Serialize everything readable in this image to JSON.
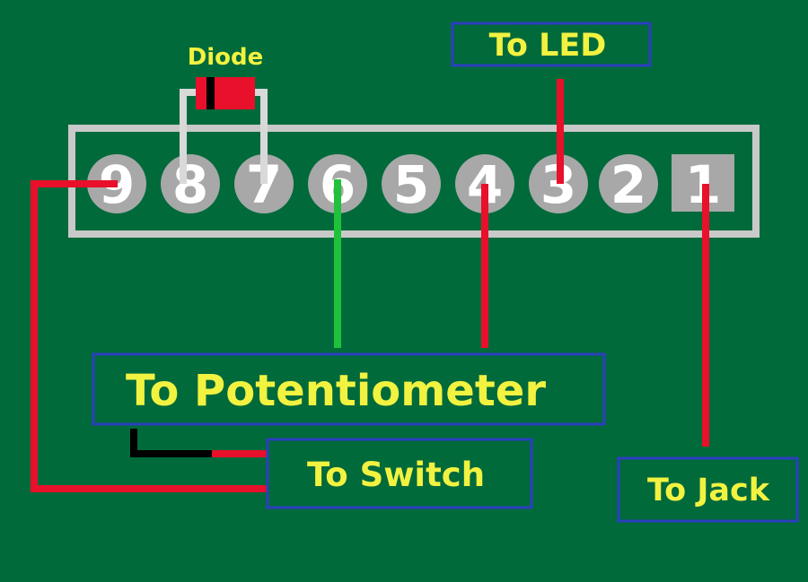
{
  "diagram": {
    "diode_label": "Diode",
    "labels": {
      "led": "To LED",
      "potentiometer": "To Potentiometer",
      "switch": "To Switch",
      "jack": "To Jack"
    },
    "pins": [
      "9",
      "8",
      "7",
      "6",
      "5",
      "4",
      "3",
      "2",
      "1"
    ],
    "colors": {
      "board": "#006a3b",
      "header_frame": "#c9c9c9",
      "pin": "#a8a8a8",
      "label_text": "#f2f240",
      "label_border": "#2d3fbf",
      "wire_red": "#e8102a",
      "wire_green": "#1fc23a",
      "wire_black": "#000000",
      "diode_body": "#e8102a",
      "diode_band": "#000000",
      "diode_leads": "#d9d9d9"
    }
  }
}
